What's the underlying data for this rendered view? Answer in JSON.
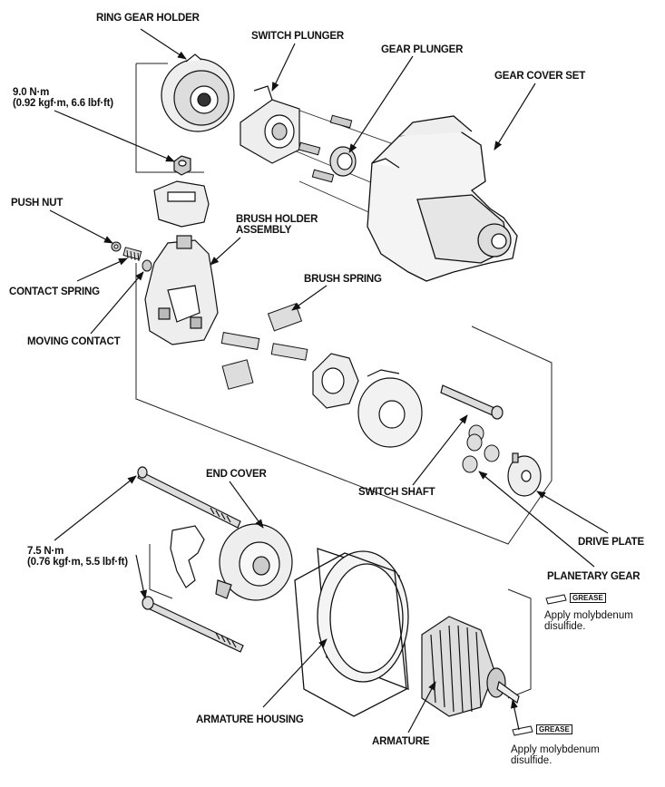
{
  "labels": {
    "ring_gear_holder": "RING GEAR HOLDER",
    "switch_plunger": "SWITCH PLUNGER",
    "gear_plunger": "GEAR PLUNGER",
    "gear_cover_set": "GEAR COVER SET",
    "torque_9_line1": "9.0 N·m",
    "torque_9_line2": "(0.92 kgf·m, 6.6 lbf·ft)",
    "push_nut": "PUSH NUT",
    "brush_holder_line1": "BRUSH HOLDER",
    "brush_holder_line2": "ASSEMBLY",
    "contact_spring": "CONTACT SPRING",
    "brush_spring": "BRUSH SPRING",
    "moving_contact": "MOVING CONTACT",
    "switch_shaft": "SWITCH SHAFT",
    "drive_plate": "DRIVE PLATE",
    "end_cover": "END COVER",
    "torque_75_line1": "7.5 N·m",
    "torque_75_line2": "(0.76 kgf·m, 5.5 lbf·ft)",
    "planetary_gear": "PLANETARY GEAR",
    "armature_housing": "ARMATURE HOUSING",
    "armature": "ARMATURE"
  },
  "grease_notes": [
    {
      "tag": "GREASE",
      "line1": "Apply molybdenum",
      "line2": "disulfide."
    },
    {
      "tag": "GREASE",
      "line1": "Apply molybdenum",
      "line2": "disulfide."
    }
  ]
}
